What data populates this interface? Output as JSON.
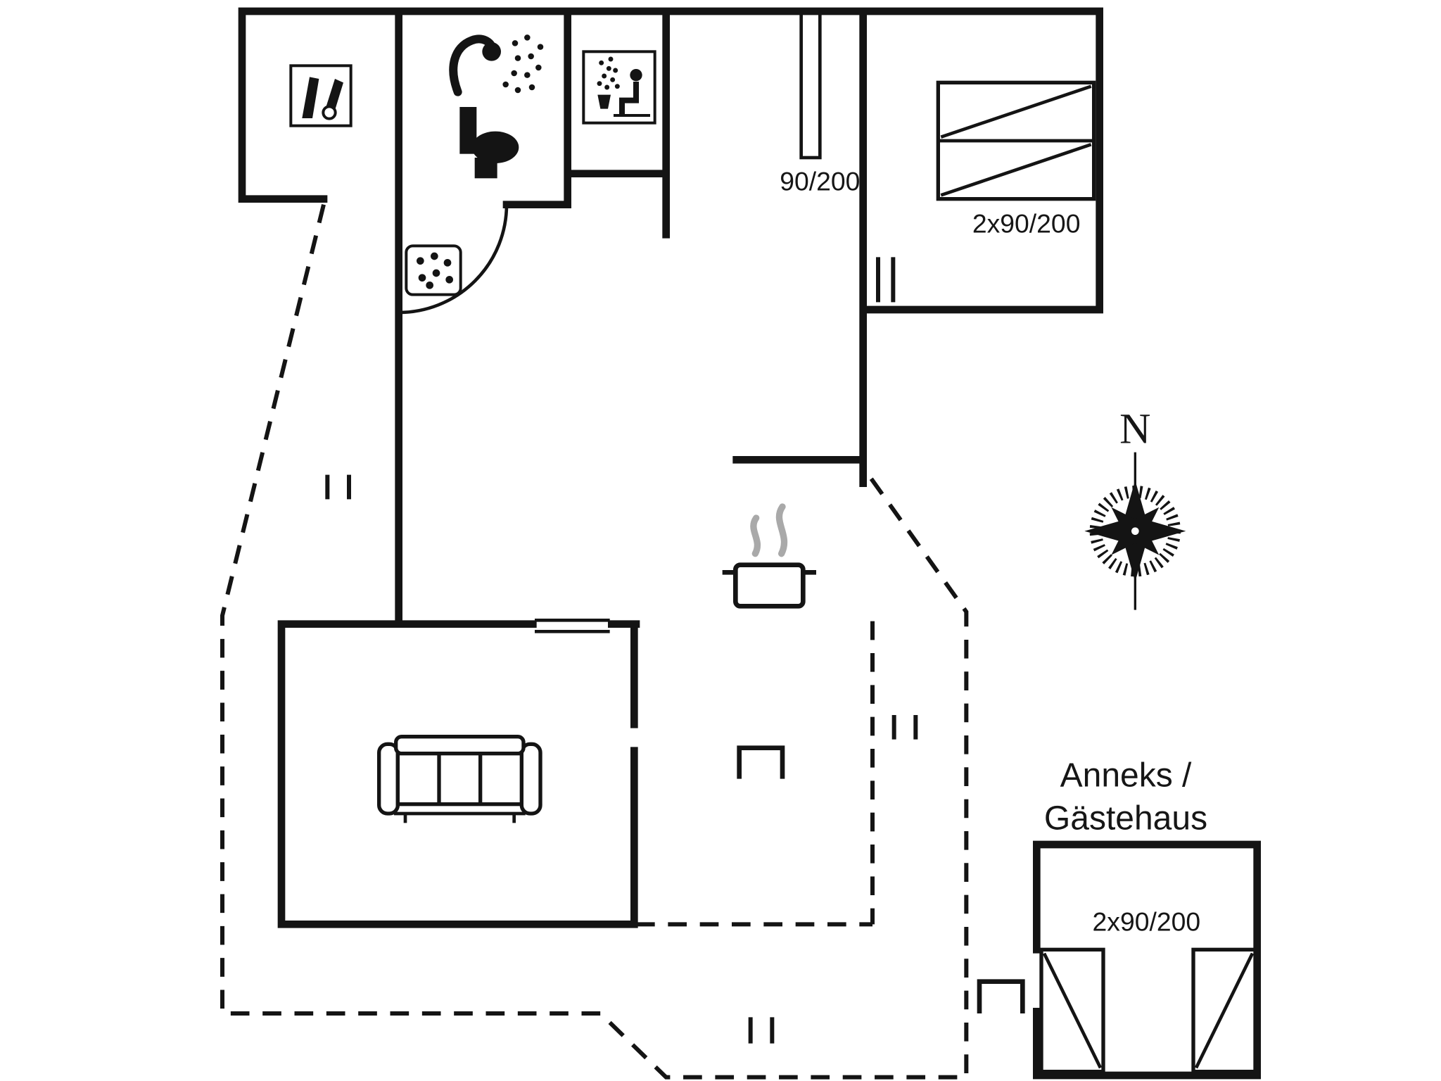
{
  "document": {
    "type": "floor-plan",
    "description": "Holiday house floor plan with annex / guest house"
  },
  "colors": {
    "line": "#141414",
    "background": "#ffffff",
    "steam": "#a9a9a9"
  },
  "labels": {
    "hall_door_size": "90/200",
    "bedroom_bed_size": "2x90/200",
    "compass_north": "N",
    "annex_title_line1": "Anneks /",
    "annex_title_line2": "Gästehaus",
    "annex_bed_size": "2x90/200"
  },
  "icons": {
    "cleaning_tools": "cleaning-tools-icon",
    "shower": "shower-icon",
    "toilet": "toilet-icon",
    "sauna_pictogram": "sauna-pictogram-icon",
    "doormat": "doormat-icon",
    "cooking_pot": "cooking-pot-icon",
    "sofa": "sofa-icon",
    "double_bed": "double-bed-icon",
    "annex_beds": "annex-beds-icon",
    "fireplace": "fireplace-icon",
    "compass_rose": "compass-rose-icon"
  }
}
